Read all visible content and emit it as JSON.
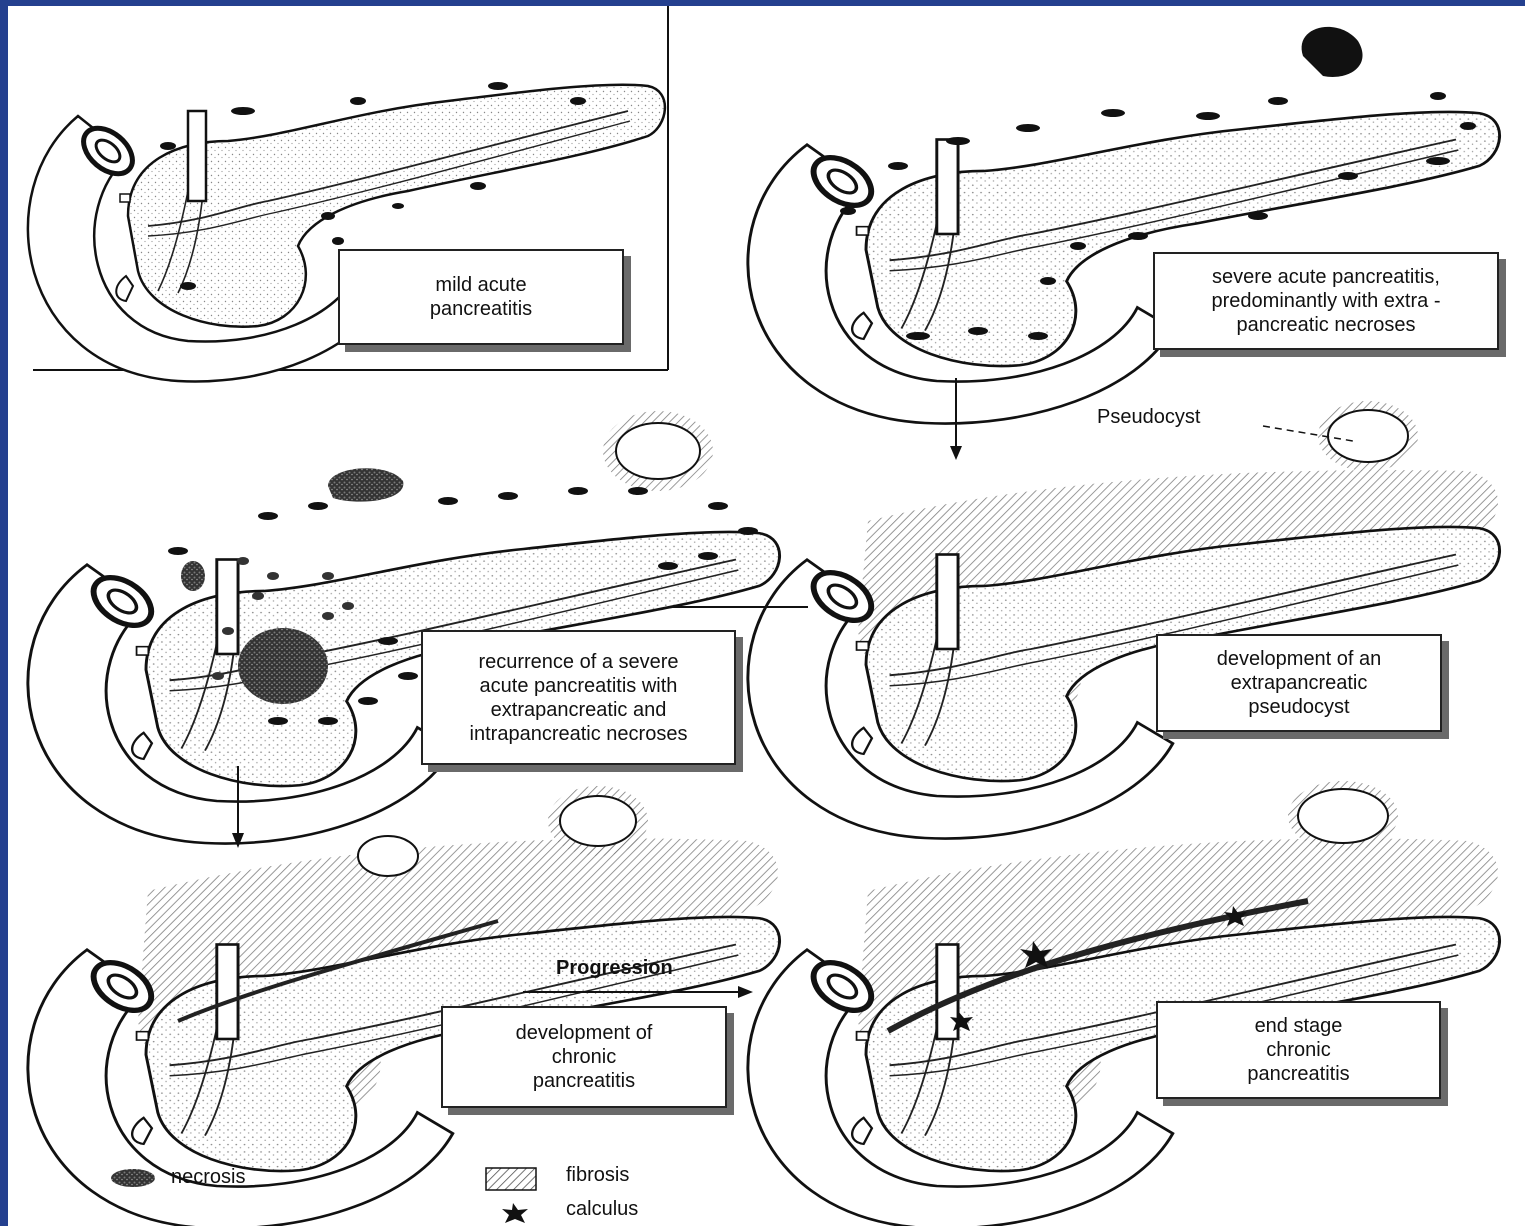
{
  "panels": {
    "mild": "mild acute\npancreatitis",
    "severe": "severe acute pancreatitis,\npredominantly with extra -\npancreatic necroses",
    "recurrence": "recurrence of a severe\nacute pancreatitis with\nextrapancreatic and\nintrapancreatic necroses",
    "pseudocyst_dev": "development of an\nextrapancreatic\npseudocyst",
    "chronic_dev": "development of\nchronic\npancreatitis",
    "end_stage": "end stage\nchronic\npancreatitis"
  },
  "labels": {
    "pseudocyst": "Pseudocyst",
    "progression": "Progression"
  },
  "legend": {
    "necrosis": "necrosis",
    "fibrosis": "fibrosis",
    "calculus": "calculus"
  },
  "colors": {
    "background_border": "#24408f",
    "ink": "#111111"
  }
}
